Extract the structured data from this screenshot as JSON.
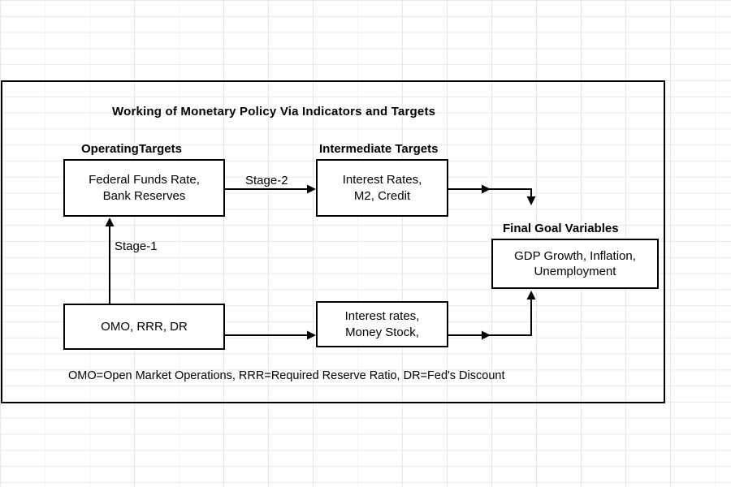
{
  "title": "Working of Monetary Policy Via Indicators and Targets",
  "headings": {
    "operating": "OperatingTargets",
    "intermediate": "Intermediate Targets",
    "final": "Final Goal Variables"
  },
  "boxes": {
    "operating": {
      "line1": "Federal Funds Rate,",
      "line2": "Bank Reserves"
    },
    "intermediate": {
      "line1": "Interest Rates,",
      "line2": "M2, Credit"
    },
    "final": {
      "line1": "GDP Growth, Inflation,",
      "line2": "Unemployment"
    },
    "tools": {
      "line1": "OMO, RRR, DR"
    },
    "lower_mid": {
      "line1": "Interest rates,",
      "line2": "Money Stock,"
    }
  },
  "arrow_labels": {
    "stage1": "Stage-1",
    "stage2": "Stage-2"
  },
  "footnote": "OMO=Open Market Operations, RRR=Required Reserve Ratio, DR=Fed's Discount",
  "colors": {
    "line": "#000000",
    "grid": "#e7e7e7",
    "background": "#ffffff"
  }
}
